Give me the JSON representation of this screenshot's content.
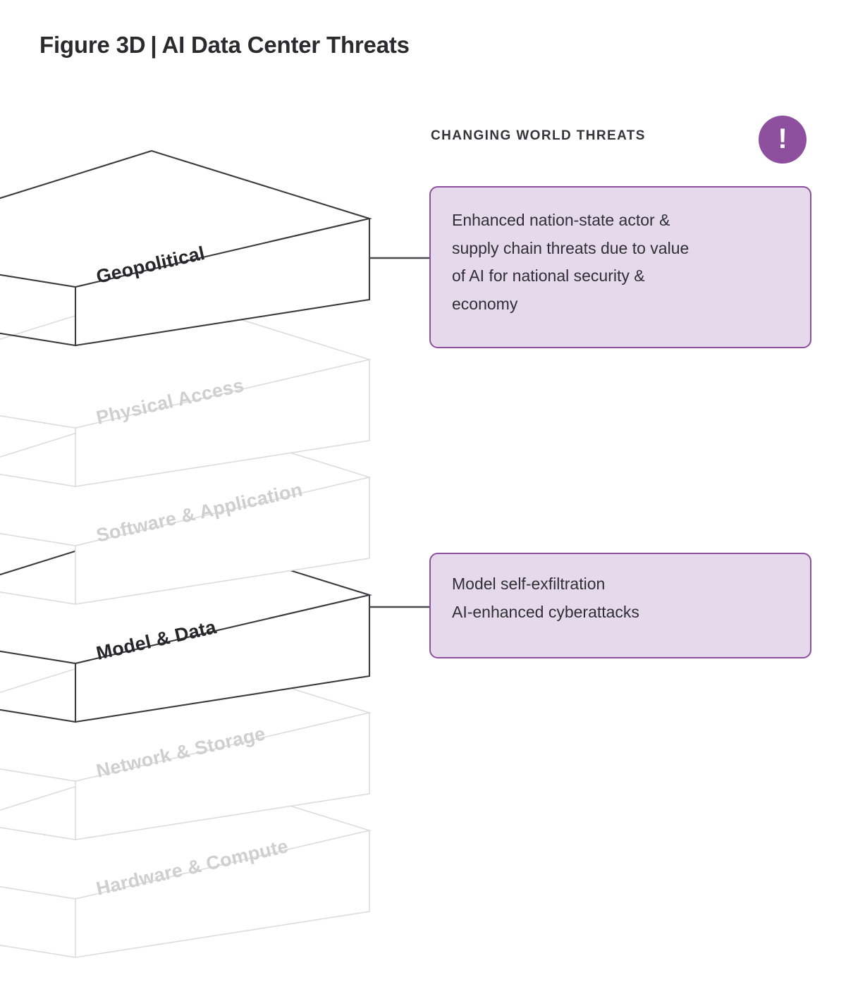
{
  "figure": {
    "label": "Figure 3D",
    "separator": "|",
    "title": "AI Data Center Threats"
  },
  "threat_panel": {
    "header": "CHANGING WORLD THREATS",
    "badge_glyph": "!",
    "badge_name": "alert-exclamation-icon",
    "badge_color": "#8d4f9e"
  },
  "colors": {
    "accent_purple": "#8d4f9e",
    "callout_fill": "#e6d9ec",
    "active_stroke": "#3a3a3f",
    "dim_stroke": "#dcdcdc",
    "dim_text": "#cfcfcf",
    "active_text": "#26262b"
  },
  "stack": {
    "orientation": "isometric-exploded",
    "layers": [
      {
        "id": "geopolitical",
        "label": "Geopolitical",
        "state": "active"
      },
      {
        "id": "physical-access",
        "label": "Physical Access",
        "state": "dimmed"
      },
      {
        "id": "software-application",
        "label": "Software & Application",
        "state": "dimmed"
      },
      {
        "id": "model-data",
        "label": "Model & Data",
        "state": "active"
      },
      {
        "id": "network-storage",
        "label": "Network & Storage",
        "state": "dimmed"
      },
      {
        "id": "hardware-compute",
        "label": "Hardware & Compute",
        "state": "dimmed"
      }
    ]
  },
  "callouts": [
    {
      "id": "callout-geopolitical",
      "linked_layer": "Geopolitical",
      "lines": [
        "Enhanced nation-state actor &",
        "supply chain threats due to value",
        "of AI for national security &",
        "economy"
      ]
    },
    {
      "id": "callout-model-data",
      "linked_layer": "Model & Data",
      "lines": [
        "Model self-exfiltration",
        "AI-enhanced cyberattacks"
      ]
    }
  ]
}
